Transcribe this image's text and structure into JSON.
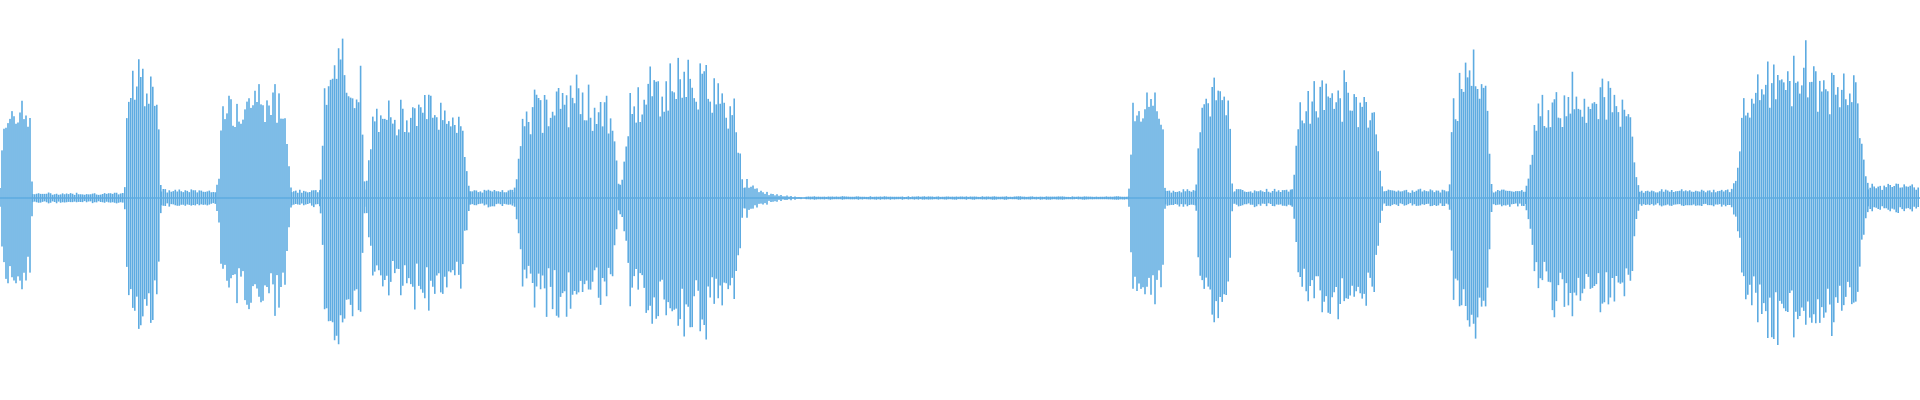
{
  "waveform": {
    "color": "#5DABE1",
    "background": "#FFFFFF",
    "duration_fraction_visible": 1.0,
    "segments": [
      {
        "start": 0.0,
        "end": 0.017,
        "level": 0.62,
        "kind": "speech"
      },
      {
        "start": 0.017,
        "end": 0.065,
        "level": 0.03,
        "kind": "silence"
      },
      {
        "start": 0.065,
        "end": 0.084,
        "level": 0.85,
        "kind": "speech"
      },
      {
        "start": 0.084,
        "end": 0.113,
        "level": 0.05,
        "kind": "silence"
      },
      {
        "start": 0.113,
        "end": 0.152,
        "level": 0.7,
        "kind": "speech"
      },
      {
        "start": 0.152,
        "end": 0.167,
        "level": 0.05,
        "kind": "silence"
      },
      {
        "start": 0.167,
        "end": 0.19,
        "level": 0.9,
        "kind": "speech"
      },
      {
        "start": 0.19,
        "end": 0.245,
        "level": 0.62,
        "kind": "speech"
      },
      {
        "start": 0.245,
        "end": 0.268,
        "level": 0.05,
        "kind": "silence"
      },
      {
        "start": 0.268,
        "end": 0.323,
        "level": 0.68,
        "kind": "speech"
      },
      {
        "start": 0.323,
        "end": 0.388,
        "level": 0.8,
        "kind": "speech"
      },
      {
        "start": 0.388,
        "end": 0.42,
        "level": 0.12,
        "kind": "decay"
      },
      {
        "start": 0.42,
        "end": 0.588,
        "level": 0.01,
        "kind": "silence"
      },
      {
        "start": 0.588,
        "end": 0.607,
        "level": 0.72,
        "kind": "speech"
      },
      {
        "start": 0.607,
        "end": 0.623,
        "level": 0.05,
        "kind": "silence"
      },
      {
        "start": 0.623,
        "end": 0.642,
        "level": 0.72,
        "kind": "speech"
      },
      {
        "start": 0.642,
        "end": 0.673,
        "level": 0.05,
        "kind": "silence"
      },
      {
        "start": 0.673,
        "end": 0.72,
        "level": 0.72,
        "kind": "speech"
      },
      {
        "start": 0.72,
        "end": 0.755,
        "level": 0.05,
        "kind": "silence"
      },
      {
        "start": 0.755,
        "end": 0.777,
        "level": 0.82,
        "kind": "speech"
      },
      {
        "start": 0.777,
        "end": 0.795,
        "level": 0.05,
        "kind": "silence"
      },
      {
        "start": 0.795,
        "end": 0.854,
        "level": 0.7,
        "kind": "speech"
      },
      {
        "start": 0.854,
        "end": 0.903,
        "level": 0.05,
        "kind": "silence"
      },
      {
        "start": 0.903,
        "end": 0.973,
        "level": 0.85,
        "kind": "speech"
      },
      {
        "start": 0.973,
        "end": 1.0,
        "level": 0.08,
        "kind": "tail"
      }
    ]
  }
}
